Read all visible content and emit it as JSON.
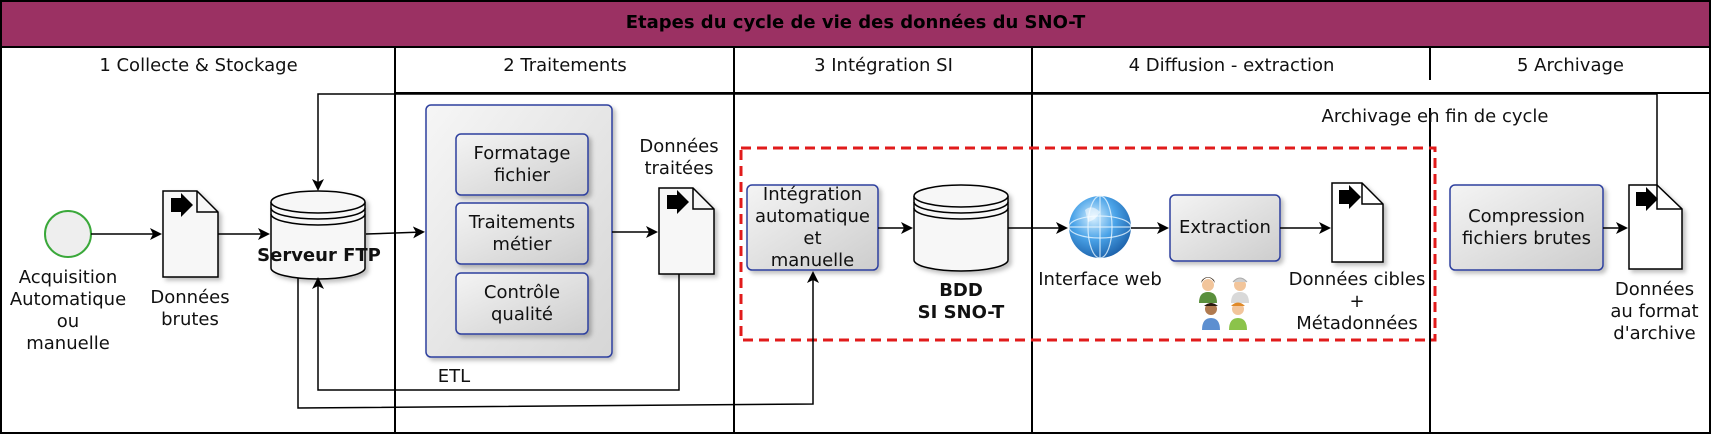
{
  "title": "Etapes du cycle de vie des données du SNO-T",
  "colors": {
    "header_bg": "#9b3163",
    "box_border": "#2d3f9e",
    "highlight_border": "#e11b1b",
    "start_border": "#3aa83a"
  },
  "lanes": [
    {
      "label": "1 Collecte & Stockage"
    },
    {
      "label": "2 Traitements"
    },
    {
      "label": "3 Intégration SI"
    },
    {
      "label": "4 Diffusion - extraction"
    },
    {
      "label": "5 Archivage"
    }
  ],
  "nodes": {
    "acquisition": "Acquisition\nAutomatique\nou\nmanuelle",
    "raw_data": "Données\nbrutes",
    "ftp_server": "Serveur FTP",
    "file_format": "Formatage\nfichier",
    "business_processing": "Traitements\nmétier",
    "quality_control": "Contrôle\nqualité",
    "etl": "ETL",
    "processed_data": "Données\ntraitées",
    "integration": "Intégration\nautomatique\net\nmanuelle",
    "database": "BDD\nSI SNO-T",
    "web_interface": "Interface web",
    "extraction": "Extraction",
    "target_data": "Données cibles\n+\nMétadonnées",
    "compression": "Compression\nfichiers brutes",
    "archive_data": "Données\nau format\nd'archive",
    "archive_end_of_cycle": "Archivage en fin de cycle"
  },
  "icons": {
    "document": "document-icon",
    "globe": "globe-icon",
    "users": "users-group-icon",
    "database": "database-cylinder-icon"
  }
}
